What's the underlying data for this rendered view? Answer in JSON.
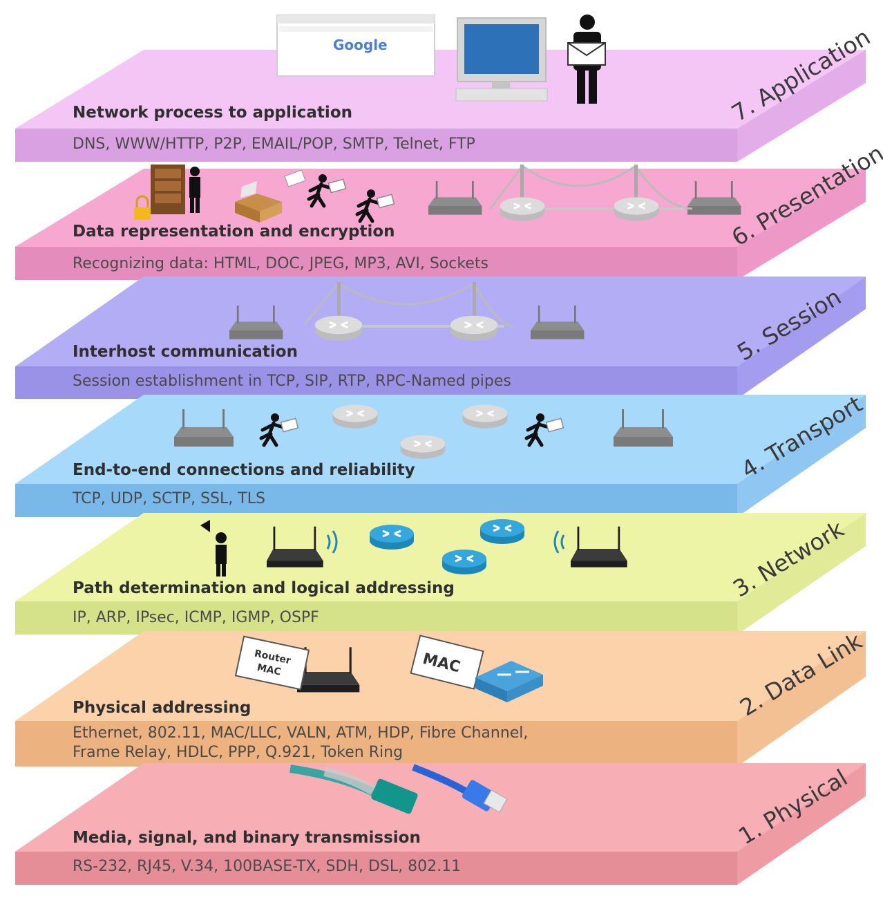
{
  "layers": [
    {
      "id": "application",
      "name": "7. Application",
      "title": "Network process to application",
      "protocols": [
        "DNS, WWW/HTTP, P2P, EMAIL/POP, SMTP, Telnet, FTP"
      ],
      "colors": {
        "top": "#f3c6f5",
        "front": "#d9a1e1",
        "side": "#e3adea"
      }
    },
    {
      "id": "presentation",
      "name": "6. Presentation",
      "title": "Data representation and encryption",
      "protocols": [
        "Recognizing data: HTML, DOC, JPEG, MP3, AVI, Sockets"
      ],
      "colors": {
        "top": "#f7a8d1",
        "front": "#e48cbc",
        "side": "#ed98c6"
      }
    },
    {
      "id": "session",
      "name": "5. Session",
      "title": "Interhost communication",
      "protocols": [
        "Session establishment in TCP, SIP, RTP, RPC-Named pipes"
      ],
      "colors": {
        "top": "#b3adf6",
        "front": "#9a92e6",
        "side": "#a49cee"
      }
    },
    {
      "id": "transport",
      "name": "4. Transport",
      "title": "End-to-end connections and reliability",
      "protocols": [
        "TCP, UDP, SCTP, SSL, TLS"
      ],
      "colors": {
        "top": "#a7d9fb",
        "front": "#78b9ea",
        "side": "#8fc6f2"
      }
    },
    {
      "id": "network",
      "name": "3. Network",
      "title": "Path determination and logical addressing",
      "protocols": [
        "IP, ARP, IPsec, ICMP, IGMP, OSPF"
      ],
      "colors": {
        "top": "#edf4a6",
        "front": "#d6e28a",
        "side": "#e1ea96"
      }
    },
    {
      "id": "datalink",
      "name": "2. Data Link",
      "title": "Physical addressing",
      "protocols": [
        "Ethernet, 802.11, MAC/LLC, VALN, ATM, HDP, Fibre Channel,",
        "Frame Relay, HDLC,  PPP, Q.921, Token Ring"
      ],
      "colors": {
        "top": "#fbd2a9",
        "front": "#ecb27f",
        "side": "#f3c094"
      }
    },
    {
      "id": "physical",
      "name": "1. Physical",
      "title": "Media, signal, and binary transmission",
      "protocols": [
        "RS-232, RJ45, V.34, 100BASE-TX, SDH, DSL, 802.11"
      ],
      "colors": {
        "top": "#f7aeb4",
        "front": "#e68e97",
        "side": "#ee9ba3"
      }
    }
  ],
  "illustrations": {
    "browser_logo": "Google",
    "router_tag": [
      "Router",
      "MAC"
    ],
    "switch_tag": "MAC",
    "icons": [
      "browser-window-icon",
      "desktop-computer-icon",
      "person-with-envelope-icon",
      "filing-cabinet-icon",
      "padlock-icon",
      "open-box-icon",
      "running-courier-icon",
      "wifi-router-icon",
      "bridge-icon",
      "network-router-icon",
      "wireless-signal-icon",
      "person-with-megaphone-icon",
      "network-switch-icon",
      "fiber-optic-cable-icon",
      "ethernet-cable-icon"
    ]
  }
}
